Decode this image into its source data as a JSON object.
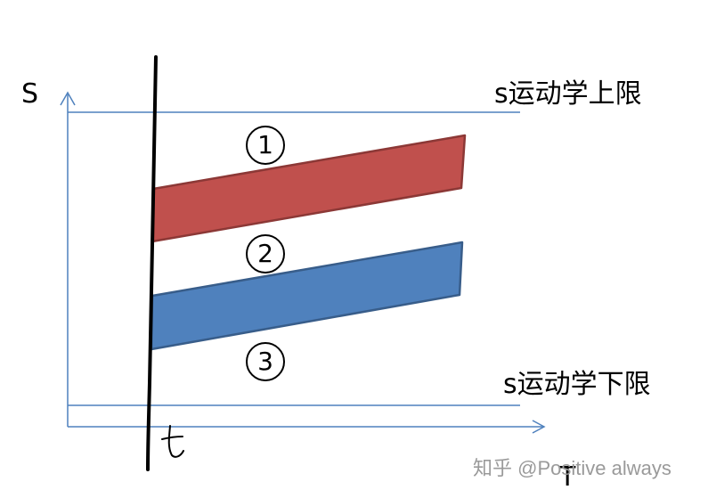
{
  "diagram": {
    "axes": {
      "y_label": "S",
      "x_label": "T"
    },
    "limits": {
      "upper_label": "s运动学上限",
      "lower_label": "s运动学下限"
    },
    "current_time_label": "t",
    "regions": [
      {
        "label": "1",
        "color": "#c0504d"
      },
      {
        "label": "2",
        "color": "#ffffff"
      },
      {
        "label": "3",
        "color": "#4f81bd"
      }
    ],
    "colors": {
      "axis": "#4f81bd",
      "limit_line": "#4f81bd",
      "obstacle_upper_fill": "#c0504d",
      "obstacle_upper_stroke": "#8c3836",
      "obstacle_lower_fill": "#4f81bd",
      "obstacle_lower_stroke": "#385d8a",
      "time_line": "#000000"
    },
    "watermark": "知乎 @Positive always"
  }
}
